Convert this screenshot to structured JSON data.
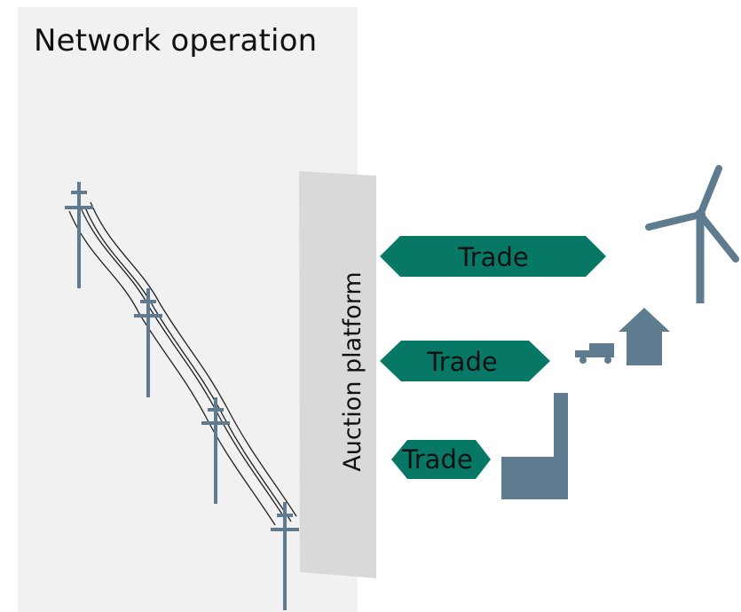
{
  "network_operation": {
    "title": "Network operation"
  },
  "auction_platform": {
    "label": "Auction platform"
  },
  "trades": [
    {
      "label": "Trade"
    },
    {
      "label": "Trade"
    },
    {
      "label": "Trade"
    }
  ],
  "icons": {
    "power_line": "power-line-icon",
    "wind_turbine": "wind-turbine-icon",
    "electric_vehicle": "electric-vehicle-icon",
    "house": "house-icon",
    "factory": "factory-icon"
  },
  "colors": {
    "panel_background": "#f1f1f1",
    "auction_platform": "#d9d9d9",
    "trade_arrow": "#077866",
    "icon": "#5e7b8f"
  }
}
